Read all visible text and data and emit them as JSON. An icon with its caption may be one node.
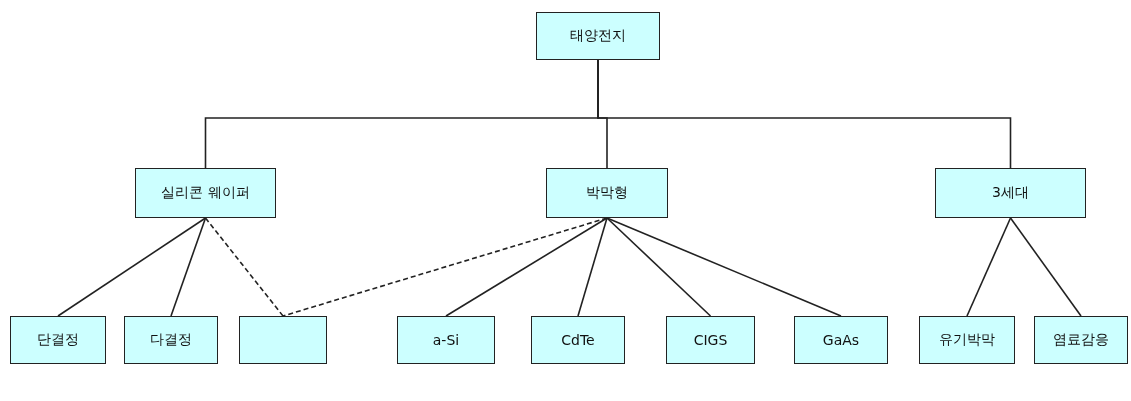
{
  "diagram": {
    "nodes": [
      {
        "text": [
          "태양전지"
        ]
      },
      {
        "text": [
          "실리콘 웨이퍼"
        ]
      },
      {
        "text": [
          "박막형"
        ]
      },
      {
        "text": [
          "3세대"
        ]
      },
      {
        "text": [
          "단결정"
        ]
      },
      {
        "text": [
          "다결정"
        ]
      },
      {
        "text": [],
        "shape": "box"
      },
      {
        "text": [
          "a-Si"
        ]
      },
      {
        "text": [
          "CdTe"
        ]
      },
      {
        "text": [
          "CIGS"
        ]
      },
      {
        "text": [
          "GaAs"
        ]
      },
      {
        "text": [
          "유기박막"
        ]
      },
      {
        "text": [
          "염료감응"
        ]
      }
    ],
    "edges": [
      {
        "from": 0,
        "to": 1,
        "arrow": "none"
      },
      {
        "from": 0,
        "to": 2,
        "arrow": "none"
      },
      {
        "from": 0,
        "to": 3,
        "arrow": "none"
      },
      {
        "from": 1,
        "to": 4,
        "arrow": "none"
      },
      {
        "from": 1,
        "to": 5,
        "arrow": "none"
      },
      {
        "from": 1,
        "to": 6,
        "arrow": "none",
        "style": "dashed"
      },
      {
        "from": 2,
        "to": 6,
        "arrow": "none",
        "style": "dashed"
      },
      {
        "from": 2,
        "to": 7,
        "arrow": "none"
      },
      {
        "from": 2,
        "to": 8,
        "arrow": "none"
      },
      {
        "from": 2,
        "to": 9,
        "arrow": "none"
      },
      {
        "from": 2,
        "to": 10,
        "arrow": "none"
      },
      {
        "from": 3,
        "to": 11,
        "arrow": "none"
      },
      {
        "from": 3,
        "to": 12,
        "arrow": "none"
      }
    ]
  }
}
